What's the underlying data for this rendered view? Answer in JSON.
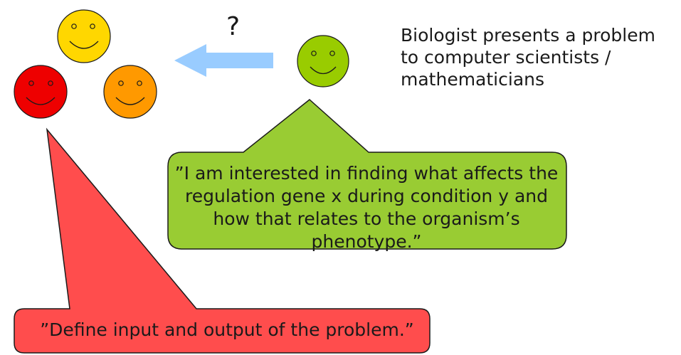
{
  "question_mark": "?",
  "caption": "Biologist presents a problem to computer scientists / mathematicians",
  "biologist_quote": "”I am interested in finding what affects the regulation gene x during condition y and how that relates to the organism’s phenotype.”",
  "cs_quote": "”Define input and output of the problem.”",
  "colors": {
    "face_yellow": "#ffd700",
    "face_orange": "#ff9900",
    "face_red": "#ee0000",
    "face_green": "#99cc00",
    "bubble_green": "#99cc33",
    "bubble_red": "#ff4d4d",
    "arrow": "#99ccff",
    "outline": "#1a1a1a"
  },
  "icons": {
    "faces": [
      "smiley-yellow-icon",
      "smiley-orange-icon",
      "smiley-red-icon",
      "smiley-green-icon"
    ],
    "arrow": "left-arrow-icon"
  }
}
